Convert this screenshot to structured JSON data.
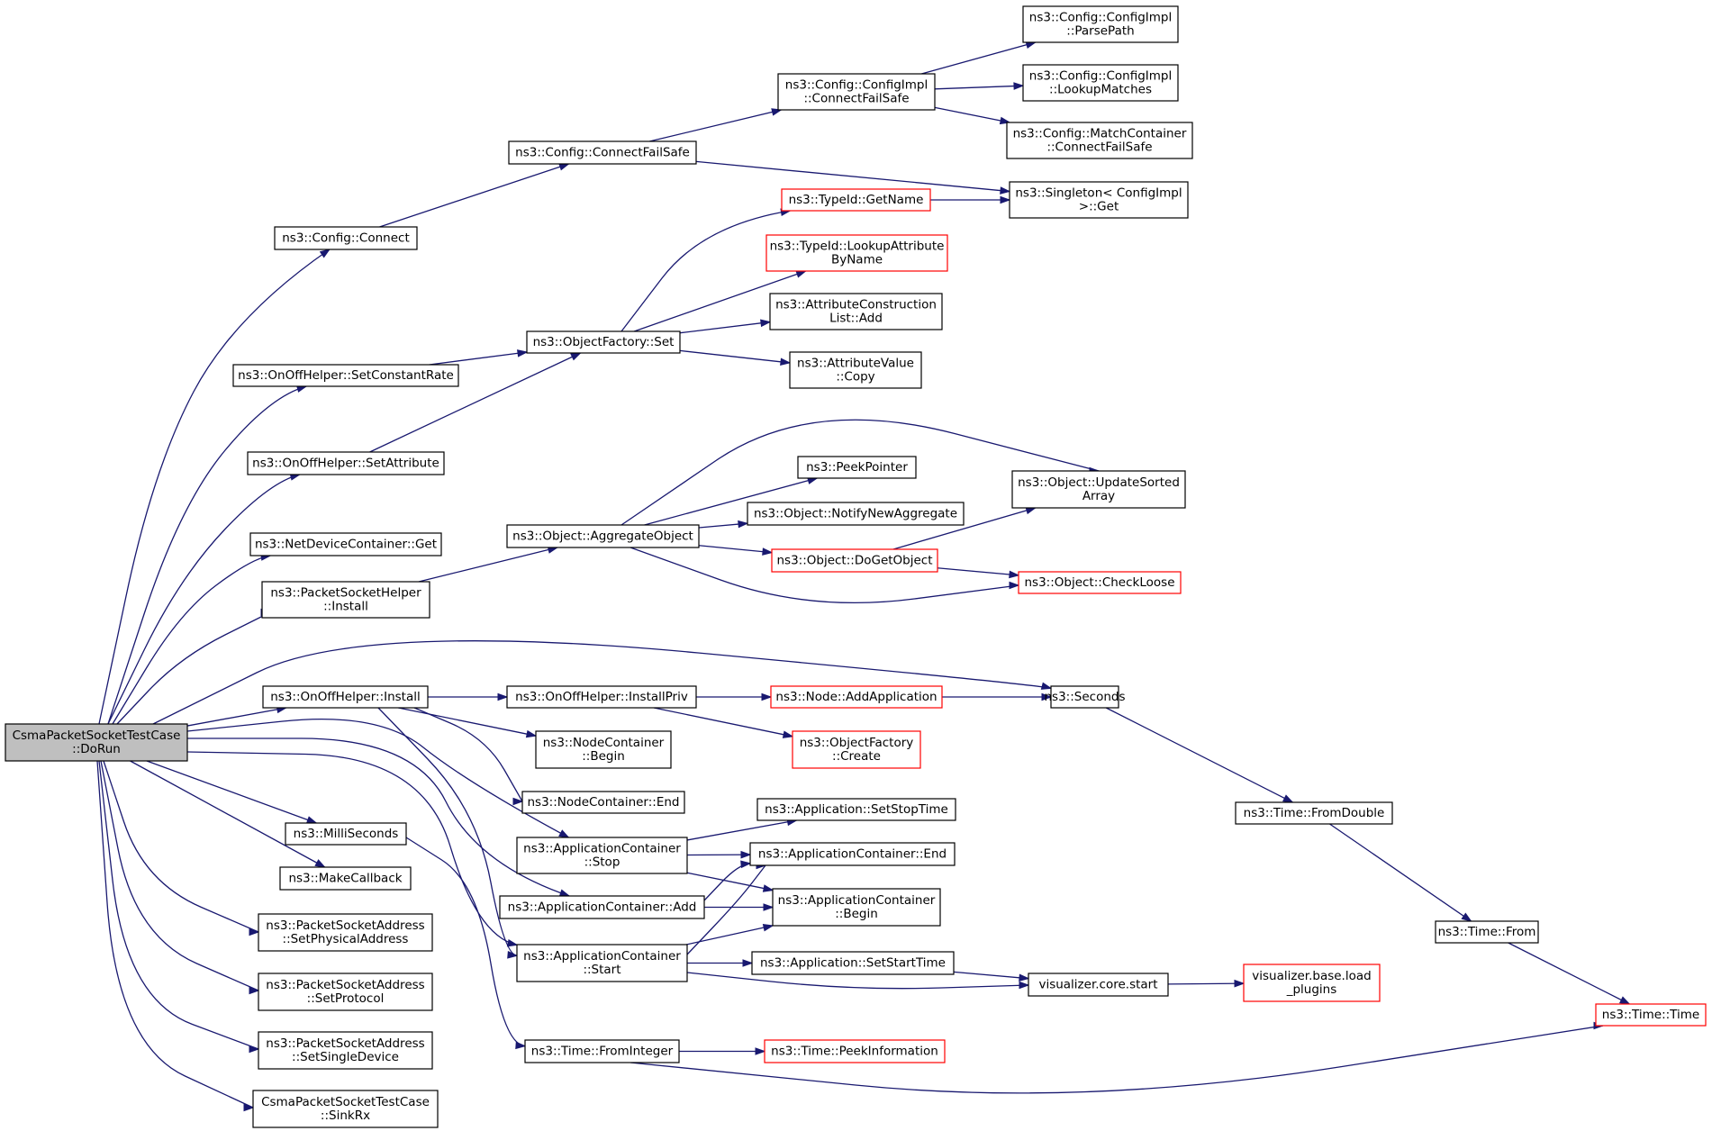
{
  "colors": {
    "edge": "#191970",
    "node_border": "#000000",
    "truncated_border": "#ff0000",
    "root_fill": "#bfbfbf",
    "node_fill": "#ffffff"
  },
  "nodes": [
    {
      "id": "root",
      "lines": [
        "CsmaPacketSocketTestCase",
        "::DoRun"
      ],
      "kind": "root"
    },
    {
      "id": "cfg_connect",
      "lines": [
        "ns3::Config::Connect"
      ]
    },
    {
      "id": "cfg_connectfailsafe",
      "lines": [
        "ns3::Config::ConnectFailSafe"
      ]
    },
    {
      "id": "cfgimpl_connectfailsafe",
      "lines": [
        "ns3::Config::ConfigImpl",
        "::ConnectFailSafe"
      ]
    },
    {
      "id": "cfgimpl_parsepath",
      "lines": [
        "ns3::Config::ConfigImpl",
        "::ParsePath"
      ]
    },
    {
      "id": "cfgimpl_lookupmatches",
      "lines": [
        "ns3::Config::ConfigImpl",
        "::LookupMatches"
      ]
    },
    {
      "id": "matchcontainer_connectfailsafe",
      "lines": [
        "ns3::Config::MatchContainer",
        "::ConnectFailSafe"
      ]
    },
    {
      "id": "singleton_get",
      "lines": [
        "ns3::Singleton< ConfigImpl",
        " >::Get"
      ]
    },
    {
      "id": "typeid_getname",
      "lines": [
        "ns3::TypeId::GetName"
      ],
      "kind": "trunc"
    },
    {
      "id": "typeid_lookupattr",
      "lines": [
        "ns3::TypeId::LookupAttribute",
        "ByName"
      ],
      "kind": "trunc"
    },
    {
      "id": "attrconslist_add",
      "lines": [
        "ns3::AttributeConstruction",
        "List::Add"
      ]
    },
    {
      "id": "attrvalue_copy",
      "lines": [
        "ns3::AttributeValue",
        "::Copy"
      ]
    },
    {
      "id": "objfactory_set",
      "lines": [
        "ns3::ObjectFactory::Set"
      ]
    },
    {
      "id": "onoff_setconstantrate",
      "lines": [
        "ns3::OnOffHelper::SetConstantRate"
      ]
    },
    {
      "id": "onoff_setattribute",
      "lines": [
        "ns3::OnOffHelper::SetAttribute"
      ]
    },
    {
      "id": "netdevcontainer_get",
      "lines": [
        "ns3::NetDeviceContainer::Get"
      ]
    },
    {
      "id": "pshelper_install",
      "lines": [
        "ns3::PacketSocketHelper",
        "::Install"
      ]
    },
    {
      "id": "object_aggregate",
      "lines": [
        "ns3::Object::AggregateObject"
      ]
    },
    {
      "id": "peekpointer",
      "lines": [
        "ns3::PeekPointer"
      ]
    },
    {
      "id": "object_notifynewaggregate",
      "lines": [
        "ns3::Object::NotifyNewAggregate"
      ]
    },
    {
      "id": "object_dogetobject",
      "lines": [
        "ns3::Object::DoGetObject"
      ],
      "kind": "trunc"
    },
    {
      "id": "object_updatesorted",
      "lines": [
        "ns3::Object::UpdateSorted",
        "Array"
      ]
    },
    {
      "id": "object_checkloose",
      "lines": [
        "ns3::Object::CheckLoose"
      ],
      "kind": "trunc"
    },
    {
      "id": "onoff_install",
      "lines": [
        "ns3::OnOffHelper::Install"
      ]
    },
    {
      "id": "onoff_installpriv",
      "lines": [
        "ns3::OnOffHelper::InstallPriv"
      ]
    },
    {
      "id": "node_addapplication",
      "lines": [
        "ns3::Node::AddApplication"
      ],
      "kind": "trunc"
    },
    {
      "id": "seconds",
      "lines": [
        "ns3::Seconds"
      ]
    },
    {
      "id": "objfactory_create",
      "lines": [
        "ns3::ObjectFactory",
        "::Create"
      ],
      "kind": "trunc"
    },
    {
      "id": "nodecontainer_begin",
      "lines": [
        "ns3::NodeContainer",
        "::Begin"
      ]
    },
    {
      "id": "nodecontainer_end",
      "lines": [
        "ns3::NodeContainer::End"
      ]
    },
    {
      "id": "time_fromdouble",
      "lines": [
        "ns3::Time::FromDouble"
      ]
    },
    {
      "id": "time_from",
      "lines": [
        "ns3::Time::From"
      ]
    },
    {
      "id": "time_time",
      "lines": [
        "ns3::Time::Time"
      ],
      "kind": "trunc"
    },
    {
      "id": "millis",
      "lines": [
        "ns3::MilliSeconds"
      ]
    },
    {
      "id": "makecallback",
      "lines": [
        "ns3::MakeCallback"
      ]
    },
    {
      "id": "appcontainer_stop",
      "lines": [
        "ns3::ApplicationContainer",
        "::Stop"
      ]
    },
    {
      "id": "app_setstoptime",
      "lines": [
        "ns3::Application::SetStopTime"
      ]
    },
    {
      "id": "appcontainer_end",
      "lines": [
        "ns3::ApplicationContainer::End"
      ]
    },
    {
      "id": "appcontainer_add",
      "lines": [
        "ns3::ApplicationContainer::Add"
      ]
    },
    {
      "id": "appcontainer_begin",
      "lines": [
        "ns3::ApplicationContainer",
        "::Begin"
      ]
    },
    {
      "id": "appcontainer_start",
      "lines": [
        "ns3::ApplicationContainer",
        "::Start"
      ]
    },
    {
      "id": "app_setstarttime",
      "lines": [
        "ns3::Application::SetStartTime"
      ]
    },
    {
      "id": "viz_core_start",
      "lines": [
        "visualizer.core.start"
      ]
    },
    {
      "id": "viz_base_load",
      "lines": [
        "visualizer.base.load",
        "_plugins"
      ],
      "kind": "trunc"
    },
    {
      "id": "psaddr_setphysical",
      "lines": [
        "ns3::PacketSocketAddress",
        "::SetPhysicalAddress"
      ]
    },
    {
      "id": "psaddr_setprotocol",
      "lines": [
        "ns3::PacketSocketAddress",
        "::SetProtocol"
      ]
    },
    {
      "id": "psaddr_setsingledevice",
      "lines": [
        "ns3::PacketSocketAddress",
        "::SetSingleDevice"
      ]
    },
    {
      "id": "time_frominteger",
      "lines": [
        "ns3::Time::FromInteger"
      ]
    },
    {
      "id": "time_peekinfo",
      "lines": [
        "ns3::Time::PeekInformation"
      ],
      "kind": "trunc"
    },
    {
      "id": "sinkrx",
      "lines": [
        "CsmaPacketSocketTestCase",
        "::SinkRx"
      ]
    }
  ],
  "edges": [
    [
      "root",
      "cfg_connect"
    ],
    [
      "root",
      "onoff_setconstantrate"
    ],
    [
      "root",
      "onoff_setattribute"
    ],
    [
      "root",
      "netdevcontainer_get"
    ],
    [
      "root",
      "pshelper_install"
    ],
    [
      "root",
      "seconds"
    ],
    [
      "root",
      "onoff_install"
    ],
    [
      "root",
      "appcontainer_stop"
    ],
    [
      "root",
      "appcontainer_add"
    ],
    [
      "root",
      "appcontainer_start"
    ],
    [
      "root",
      "millis"
    ],
    [
      "root",
      "makecallback"
    ],
    [
      "root",
      "psaddr_setphysical"
    ],
    [
      "root",
      "psaddr_setprotocol"
    ],
    [
      "root",
      "psaddr_setsingledevice"
    ],
    [
      "root",
      "sinkrx"
    ],
    [
      "cfg_connect",
      "cfg_connectfailsafe"
    ],
    [
      "cfg_connectfailsafe",
      "cfgimpl_connectfailsafe"
    ],
    [
      "cfg_connectfailsafe",
      "singleton_get"
    ],
    [
      "cfgimpl_connectfailsafe",
      "cfgimpl_parsepath"
    ],
    [
      "cfgimpl_connectfailsafe",
      "cfgimpl_lookupmatches"
    ],
    [
      "cfgimpl_connectfailsafe",
      "matchcontainer_connectfailsafe"
    ],
    [
      "typeid_getname",
      "singleton_get"
    ],
    [
      "objfactory_set",
      "typeid_getname"
    ],
    [
      "objfactory_set",
      "typeid_lookupattr"
    ],
    [
      "objfactory_set",
      "attrconslist_add"
    ],
    [
      "objfactory_set",
      "attrvalue_copy"
    ],
    [
      "onoff_setconstantrate",
      "objfactory_set"
    ],
    [
      "onoff_setattribute",
      "objfactory_set"
    ],
    [
      "pshelper_install",
      "object_aggregate"
    ],
    [
      "object_aggregate",
      "object_updatesorted"
    ],
    [
      "object_aggregate",
      "peekpointer"
    ],
    [
      "object_aggregate",
      "object_notifynewaggregate"
    ],
    [
      "object_aggregate",
      "object_dogetobject"
    ],
    [
      "object_aggregate",
      "object_checkloose"
    ],
    [
      "object_dogetobject",
      "object_updatesorted"
    ],
    [
      "object_dogetobject",
      "object_checkloose"
    ],
    [
      "onoff_install",
      "onoff_installpriv"
    ],
    [
      "onoff_install",
      "nodecontainer_begin"
    ],
    [
      "onoff_install",
      "nodecontainer_end"
    ],
    [
      "onoff_install",
      "appcontainer_start"
    ],
    [
      "onoff_installpriv",
      "node_addapplication"
    ],
    [
      "onoff_installpriv",
      "objfactory_create"
    ],
    [
      "node_addapplication",
      "seconds"
    ],
    [
      "seconds",
      "time_fromdouble"
    ],
    [
      "time_fromdouble",
      "time_from"
    ],
    [
      "time_from",
      "time_time"
    ],
    [
      "millis",
      "time_frominteger"
    ],
    [
      "appcontainer_stop",
      "app_setstoptime"
    ],
    [
      "appcontainer_stop",
      "appcontainer_end"
    ],
    [
      "appcontainer_stop",
      "appcontainer_begin"
    ],
    [
      "appcontainer_add",
      "appcontainer_end"
    ],
    [
      "appcontainer_add",
      "appcontainer_begin"
    ],
    [
      "appcontainer_start",
      "appcontainer_end"
    ],
    [
      "appcontainer_start",
      "appcontainer_begin"
    ],
    [
      "appcontainer_start",
      "app_setstarttime"
    ],
    [
      "appcontainer_start",
      "viz_core_start"
    ],
    [
      "app_setstarttime",
      "viz_core_start"
    ],
    [
      "viz_core_start",
      "viz_base_load"
    ],
    [
      "time_frominteger",
      "time_peekinfo"
    ],
    [
      "time_frominteger",
      "time_time"
    ]
  ]
}
